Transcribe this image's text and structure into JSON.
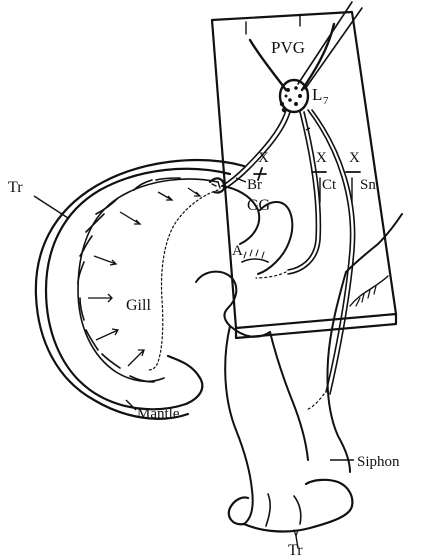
{
  "labels": {
    "pvg": "PVG",
    "l7": "L",
    "l7_sub": "7",
    "x1": "X",
    "x2": "X",
    "x3": "X",
    "br": "Br",
    "ct": "Ct",
    "sn": "Sn",
    "gg": "GG",
    "a": "A",
    "tr_left": "Tr",
    "gill": "Gill",
    "mantle": "Mantle",
    "siphon": "Siphon",
    "tr_bottom": "Tr"
  }
}
